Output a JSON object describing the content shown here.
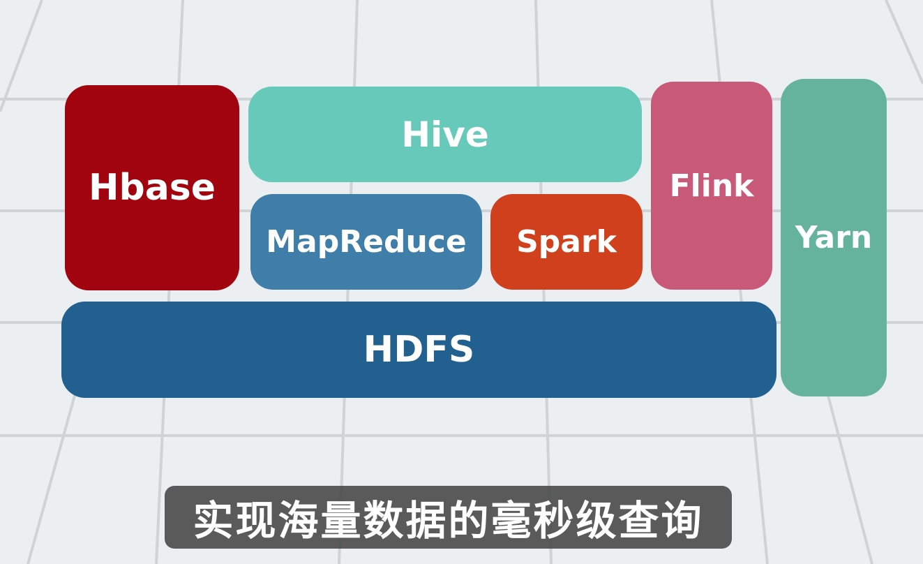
{
  "diagram": {
    "blocks": {
      "hbase": {
        "label": "Hbase",
        "color": "#a1040f"
      },
      "hive": {
        "label": "Hive",
        "color": "#66c9ba"
      },
      "mapreduce": {
        "label": "MapReduce",
        "color": "#3e7ea8"
      },
      "spark": {
        "label": "Spark",
        "color": "#d1401c"
      },
      "flink": {
        "label": "Flink",
        "color": "#c95979"
      },
      "yarn": {
        "label": "Yarn",
        "color": "#65b39c"
      },
      "hdfs": {
        "label": "HDFS",
        "color": "#21608f"
      }
    }
  },
  "subtitle": "实现海量数据的毫秒级查询"
}
